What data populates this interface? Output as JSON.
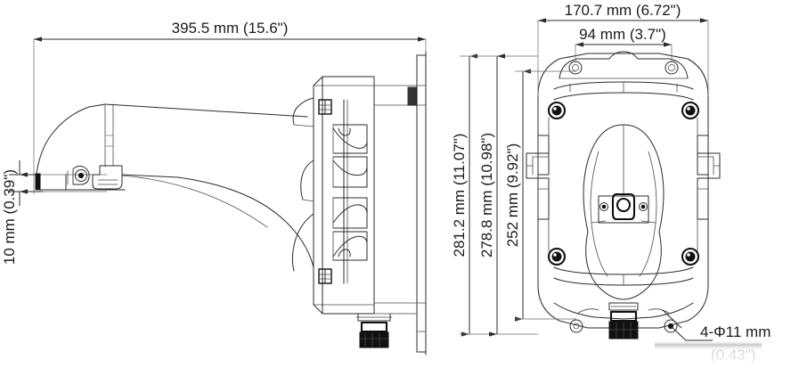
{
  "document": {
    "type": "technical-dimension-drawing",
    "title": "Wall Mount Bracket Dimensions",
    "views": [
      {
        "name": "side-view",
        "position": "left"
      },
      {
        "name": "front-view",
        "position": "right"
      }
    ]
  },
  "dimensions": {
    "side_view": {
      "overall_length": {
        "label": "395.5 mm (15.6\")",
        "mm": 395.5,
        "inch": 15.6,
        "orientation": "horizontal",
        "position": "top"
      },
      "base_offset": {
        "label": "10 mm (0.39\")",
        "mm": 10,
        "inch": 0.39,
        "orientation": "vertical",
        "position": "left"
      }
    },
    "front_view": {
      "overall_width": {
        "label": "170.7 mm (6.72\")",
        "mm": 170.7,
        "inch": 6.72,
        "orientation": "horizontal",
        "position": "top"
      },
      "hole_spacing_width": {
        "label": "94 mm (3.7\")",
        "mm": 94,
        "inch": 3.7,
        "orientation": "horizontal",
        "position": "top-inner"
      },
      "overall_height": {
        "label": "281.2 mm (11.07\")",
        "mm": 281.2,
        "inch": 11.07,
        "orientation": "vertical",
        "position": "left-outer"
      },
      "body_height": {
        "label": "278.8 mm (10.98\")",
        "mm": 278.8,
        "inch": 10.98,
        "orientation": "vertical",
        "position": "left-middle"
      },
      "hole_spacing_height": {
        "label": "252 mm (9.92\")",
        "mm": 252,
        "inch": 9.92,
        "orientation": "vertical",
        "position": "left-inner"
      }
    }
  },
  "callouts": {
    "mounting_holes": {
      "line1": "4-Φ11 mm",
      "line2": "(0.43\")",
      "quantity": 4,
      "diameter_mm": 11,
      "diameter_inch": 0.43,
      "leader_target": "bottom-right-mounting-hole"
    }
  },
  "colors": {
    "line": "#2b2b2b",
    "line_heavy": "#111111",
    "text": "#1a1a1a",
    "background": "#ffffff",
    "faded_text": "#9a9a9a"
  }
}
